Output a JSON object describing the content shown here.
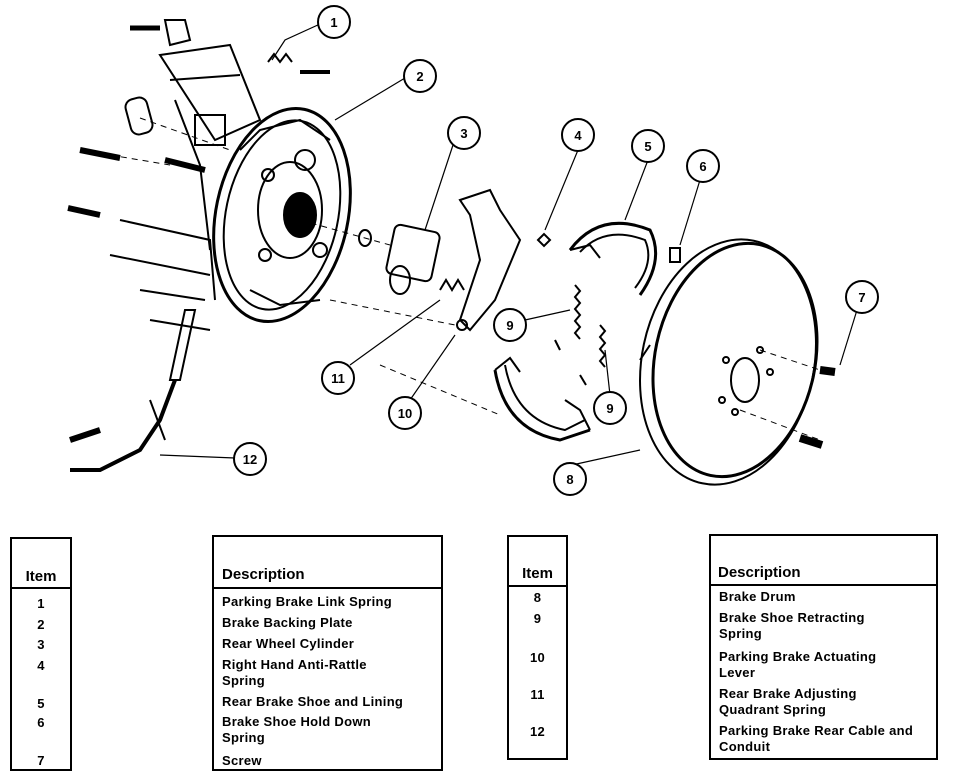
{
  "callouts": [
    "1",
    "2",
    "3",
    "4",
    "5",
    "6",
    "7",
    "8",
    "9",
    "9",
    "10",
    "11",
    "12"
  ],
  "tables": [
    {
      "header_item": "Item",
      "header_description": "Description",
      "rows": [
        {
          "item": "1",
          "description": "Parking Brake Link Spring"
        },
        {
          "item": "2",
          "description": "Brake Backing Plate"
        },
        {
          "item": "3",
          "description": "Rear Wheel Cylinder"
        },
        {
          "item": "4",
          "description": "Right Hand Anti-Rattle Spring"
        },
        {
          "item": "5",
          "description": "Rear Brake Shoe and Lining"
        },
        {
          "item": "6",
          "description": "Brake Shoe Hold Down Spring"
        },
        {
          "item": "7",
          "description": "Screw"
        }
      ]
    },
    {
      "header_item": "Item",
      "header_description": "Description",
      "rows": [
        {
          "item": "8",
          "description": "Brake Drum"
        },
        {
          "item": "9",
          "description": "Brake Shoe Retracting Spring"
        },
        {
          "item": "10",
          "description": "Parking Brake Actuating Lever"
        },
        {
          "item": "11",
          "description": "Rear Brake Adjusting Quadrant Spring"
        },
        {
          "item": "12",
          "description": "Parking Brake Rear Cable and Conduit"
        }
      ]
    }
  ]
}
